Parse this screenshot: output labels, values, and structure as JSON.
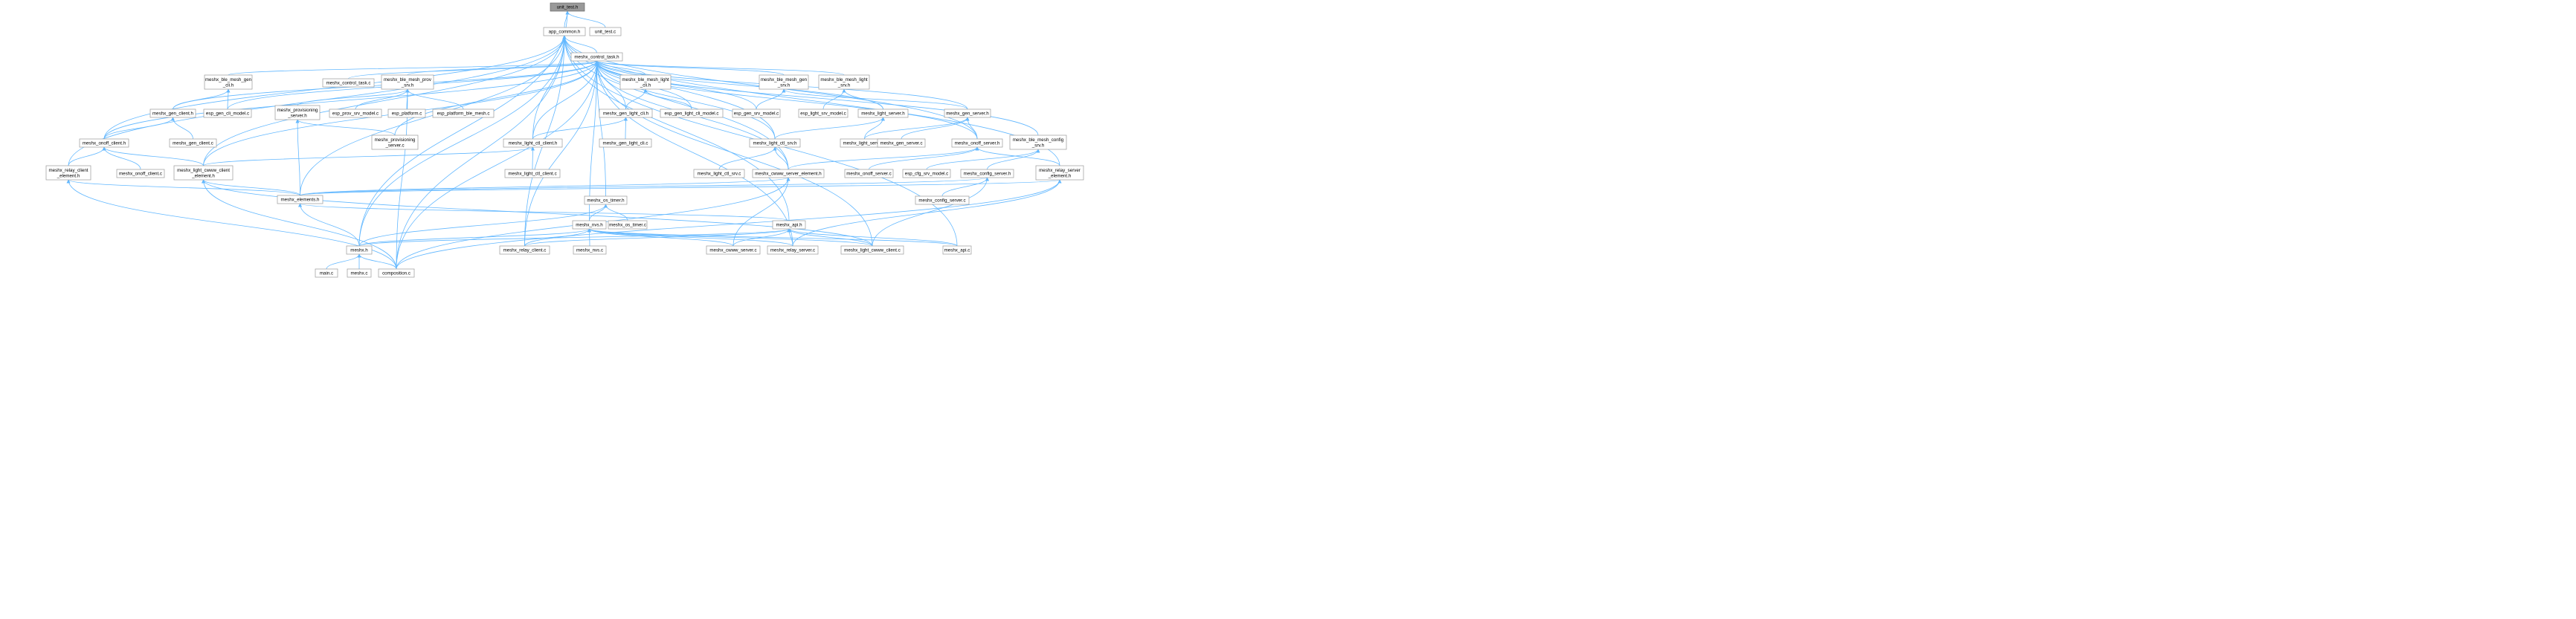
{
  "diagram": {
    "nodes": [
      {
        "id": "unit_test_h",
        "label": "unit_test.h",
        "root": true
      },
      {
        "id": "app_common_h",
        "label": "app_common.h"
      },
      {
        "id": "unit_test_c",
        "label": "unit_test.c"
      },
      {
        "id": "control_task_h",
        "label": "meshx_control_task.h"
      },
      {
        "id": "ble_mesh_gen_cli_h",
        "label": "meshx_ble_mesh_gen\n_cli.h"
      },
      {
        "id": "control_task_c",
        "label": "meshx_control_task.c"
      },
      {
        "id": "ble_mesh_prov_srv_h",
        "label": "meshx_ble_mesh_prov\n_srv.h"
      },
      {
        "id": "ble_mesh_light_cli_h",
        "label": "meshx_ble_mesh_light\n_cli.h"
      },
      {
        "id": "ble_mesh_gen_srv_h",
        "label": "meshx_ble_mesh_gen\n_srv.h"
      },
      {
        "id": "ble_mesh_light_srv_h",
        "label": "meshx_ble_mesh_light\n_srv.h"
      },
      {
        "id": "gen_client_h",
        "label": "meshx_gen_client.h"
      },
      {
        "id": "gen_cli_model_c",
        "label": "esp_gen_cli_model.c"
      },
      {
        "id": "prov_server_h",
        "label": "meshx_provisioning\n_server.h"
      },
      {
        "id": "prov_srv_model_c",
        "label": "esp_prov_srv_model.c"
      },
      {
        "id": "platform_c",
        "label": "esp_platform.c"
      },
      {
        "id": "platform_ble_mesh_c",
        "label": "esp_platform_ble_mesh.c"
      },
      {
        "id": "gen_light_cli_h",
        "label": "meshx_gen_light_cli.h"
      },
      {
        "id": "gen_light_cli_model_c",
        "label": "esp_gen_light_cli_model.c"
      },
      {
        "id": "gen_srv_model_c",
        "label": "esp_gen_srv_model.c"
      },
      {
        "id": "light_srv_model_c",
        "label": "esp_light_srv_model.c"
      },
      {
        "id": "light_server_h",
        "label": "meshx_light_server.h"
      },
      {
        "id": "gen_server_h",
        "label": "meshx_gen_server.h"
      },
      {
        "id": "gen_client_c",
        "label": "meshx_gen_client.c"
      },
      {
        "id": "gen_light_cli_c",
        "label": "meshx_gen_light_cli.c"
      },
      {
        "id": "light_server_c",
        "label": "meshx_light_server.c"
      },
      {
        "id": "gen_server_c",
        "label": "meshx_gen_server.c"
      },
      {
        "id": "onoff_client_h",
        "label": "meshx_onoff_client.h"
      },
      {
        "id": "prov_server_c",
        "label": "meshx_provisioning\n_server.c"
      },
      {
        "id": "light_ctl_client_h",
        "label": "meshx_light_ctl_client.h"
      },
      {
        "id": "light_ctl_srv_h",
        "label": "meshx_light_ctl_srv.h"
      },
      {
        "id": "onoff_server_h",
        "label": "meshx_onoff_server.h"
      },
      {
        "id": "ble_mesh_config_srv_h",
        "label": "meshx_ble_mesh_config\n_srv.h"
      },
      {
        "id": "relay_client_element_h",
        "label": "meshx_relay_client\n_element.h"
      },
      {
        "id": "onoff_client_c",
        "label": "meshx_onoff_client.c"
      },
      {
        "id": "light_cwww_client_element_h",
        "label": "meshx_light_cwww_client\n_element.h"
      },
      {
        "id": "light_ctl_client_c",
        "label": "meshx_light_ctl_client.c"
      },
      {
        "id": "light_ctl_srv_c",
        "label": "meshx_light_ctl_srv.c"
      },
      {
        "id": "cwww_server_element_h",
        "label": "meshx_cwww_server_element.h"
      },
      {
        "id": "onoff_server_c",
        "label": "meshx_onoff_server.c"
      },
      {
        "id": "cfg_srv_model_c",
        "label": "esp_cfg_srv_model.c"
      },
      {
        "id": "config_server_h",
        "label": "meshx_config_server.h"
      },
      {
        "id": "relay_server_element_h",
        "label": "meshx_relay_server\n_element.h"
      },
      {
        "id": "elements_h",
        "label": "meshx_elements.h"
      },
      {
        "id": "os_timer_h",
        "label": "meshx_os_timer.h"
      },
      {
        "id": "config_server_c",
        "label": "meshx_config_server.c"
      },
      {
        "id": "os_timer_c",
        "label": "meshx_os_timer.c"
      },
      {
        "id": "nvs_h",
        "label": "meshx_nvs.h"
      },
      {
        "id": "api_h",
        "label": "meshx_api.h"
      },
      {
        "id": "meshx_h",
        "label": "meshx.h"
      },
      {
        "id": "relay_client_c",
        "label": "meshx_relay_client.c"
      },
      {
        "id": "nvs_c",
        "label": "meshx_nvs.c"
      },
      {
        "id": "cwww_server_c",
        "label": "meshx_cwww_server.c"
      },
      {
        "id": "relay_server_c",
        "label": "meshx_relay_server.c"
      },
      {
        "id": "light_cwww_client_c",
        "label": "meshx_light_cwww_client.c"
      },
      {
        "id": "api_c",
        "label": "meshx_api.c"
      },
      {
        "id": "main_c",
        "label": "main.c"
      },
      {
        "id": "meshx_c",
        "label": "meshx.c"
      },
      {
        "id": "composition_c",
        "label": "composition.c"
      }
    ],
    "edges": [
      [
        "app_common_h",
        "unit_test_h"
      ],
      [
        "unit_test_c",
        "unit_test_h"
      ],
      [
        "meshx_h",
        "unit_test_h"
      ],
      [
        "control_task_h",
        "app_common_h"
      ],
      [
        "light_ctl_client_h",
        "app_common_h"
      ],
      [
        "onoff_client_h",
        "app_common_h"
      ],
      [
        "light_cwww_client_element_h",
        "app_common_h"
      ],
      [
        "relay_client_element_h",
        "app_common_h"
      ],
      [
        "elements_h",
        "app_common_h"
      ],
      [
        "meshx_h",
        "app_common_h"
      ],
      [
        "light_ctl_srv_h",
        "app_common_h"
      ],
      [
        "cwww_server_element_h",
        "app_common_h"
      ],
      [
        "onoff_server_h",
        "app_common_h"
      ],
      [
        "relay_server_element_h",
        "app_common_h"
      ],
      [
        "api_h",
        "app_common_h"
      ],
      [
        "api_c",
        "app_common_h"
      ],
      [
        "composition_c",
        "app_common_h"
      ],
      [
        "relay_client_c",
        "app_common_h"
      ],
      [
        "ble_mesh_gen_cli_h",
        "control_task_h"
      ],
      [
        "control_task_c",
        "control_task_h"
      ],
      [
        "ble_mesh_prov_srv_h",
        "control_task_h"
      ],
      [
        "ble_mesh_light_cli_h",
        "control_task_h"
      ],
      [
        "ble_mesh_gen_srv_h",
        "control_task_h"
      ],
      [
        "ble_mesh_light_srv_h",
        "control_task_h"
      ],
      [
        "gen_client_h",
        "control_task_h"
      ],
      [
        "gen_cli_model_c",
        "control_task_h"
      ],
      [
        "prov_server_c",
        "control_task_h"
      ],
      [
        "gen_light_cli_h",
        "control_task_h"
      ],
      [
        "gen_light_cli_model_c",
        "control_task_h"
      ],
      [
        "gen_srv_model_c",
        "control_task_h"
      ],
      [
        "light_server_h",
        "control_task_h"
      ],
      [
        "gen_server_h",
        "control_task_h"
      ],
      [
        "onoff_client_h",
        "control_task_h"
      ],
      [
        "light_ctl_client_h",
        "control_task_h"
      ],
      [
        "light_ctl_srv_h",
        "control_task_h"
      ],
      [
        "onoff_server_h",
        "control_task_h"
      ],
      [
        "ble_mesh_config_srv_h",
        "control_task_h"
      ],
      [
        "light_cwww_client_element_h",
        "control_task_h"
      ],
      [
        "os_timer_h",
        "control_task_h"
      ],
      [
        "nvs_h",
        "control_task_h"
      ],
      [
        "relay_client_c",
        "control_task_h"
      ],
      [
        "light_cwww_client_c",
        "control_task_h"
      ],
      [
        "relay_server_c",
        "control_task_h"
      ],
      [
        "composition_c",
        "control_task_h"
      ],
      [
        "cwww_server_element_h",
        "control_task_h"
      ],
      [
        "gen_client_h",
        "ble_mesh_gen_cli_h"
      ],
      [
        "gen_cli_model_c",
        "ble_mesh_gen_cli_h"
      ],
      [
        "prov_server_h",
        "ble_mesh_prov_srv_h"
      ],
      [
        "prov_srv_model_c",
        "ble_mesh_prov_srv_h"
      ],
      [
        "platform_c",
        "ble_mesh_prov_srv_h"
      ],
      [
        "platform_ble_mesh_c",
        "ble_mesh_prov_srv_h"
      ],
      [
        "composition_c",
        "ble_mesh_prov_srv_h"
      ],
      [
        "gen_light_cli_h",
        "ble_mesh_light_cli_h"
      ],
      [
        "gen_light_cli_model_c",
        "ble_mesh_light_cli_h"
      ],
      [
        "gen_server_h",
        "ble_mesh_gen_srv_h"
      ],
      [
        "gen_srv_model_c",
        "ble_mesh_gen_srv_h"
      ],
      [
        "light_server_h",
        "ble_mesh_light_srv_h"
      ],
      [
        "light_srv_model_c",
        "ble_mesh_light_srv_h"
      ],
      [
        "onoff_client_h",
        "gen_client_h"
      ],
      [
        "gen_client_c",
        "gen_client_h"
      ],
      [
        "prov_server_c",
        "prov_server_h"
      ],
      [
        "elements_h",
        "prov_server_h"
      ],
      [
        "light_ctl_client_h",
        "gen_light_cli_h"
      ],
      [
        "gen_light_cli_c",
        "gen_light_cli_h"
      ],
      [
        "light_server_c",
        "light_server_h"
      ],
      [
        "light_ctl_srv_h",
        "light_server_h"
      ],
      [
        "onoff_server_h",
        "gen_server_h"
      ],
      [
        "gen_server_c",
        "gen_server_h"
      ],
      [
        "light_server_c",
        "gen_server_h"
      ],
      [
        "relay_client_element_h",
        "onoff_client_h"
      ],
      [
        "onoff_client_c",
        "onoff_client_h"
      ],
      [
        "light_cwww_client_element_h",
        "onoff_client_h"
      ],
      [
        "light_cwww_client_element_h",
        "light_ctl_client_h"
      ],
      [
        "light_ctl_client_c",
        "light_ctl_client_h"
      ],
      [
        "light_ctl_srv_c",
        "light_ctl_srv_h"
      ],
      [
        "cwww_server_element_h",
        "light_ctl_srv_h"
      ],
      [
        "onoff_server_c",
        "onoff_server_h"
      ],
      [
        "cwww_server_element_h",
        "onoff_server_h"
      ],
      [
        "relay_server_element_h",
        "onoff_server_h"
      ],
      [
        "cfg_srv_model_c",
        "ble_mesh_config_srv_h"
      ],
      [
        "config_server_h",
        "ble_mesh_config_srv_h"
      ],
      [
        "elements_h",
        "relay_client_element_h"
      ],
      [
        "composition_c",
        "relay_client_element_h"
      ],
      [
        "elements_h",
        "light_cwww_client_element_h"
      ],
      [
        "composition_c",
        "light_cwww_client_element_h"
      ],
      [
        "light_cwww_client_c",
        "light_cwww_client_element_h"
      ],
      [
        "elements_h",
        "cwww_server_element_h"
      ],
      [
        "cwww_server_c",
        "cwww_server_element_h"
      ],
      [
        "composition_c",
        "cwww_server_element_h"
      ],
      [
        "config_server_c",
        "config_server_h"
      ],
      [
        "elements_h",
        "config_server_h"
      ],
      [
        "light_cwww_client_c",
        "config_server_h"
      ],
      [
        "elements_h",
        "relay_server_element_h"
      ],
      [
        "relay_server_c",
        "relay_server_element_h"
      ],
      [
        "composition_c",
        "relay_server_element_h"
      ],
      [
        "meshx_h",
        "elements_h"
      ],
      [
        "api_h",
        "elements_h"
      ],
      [
        "nvs_h",
        "os_timer_h"
      ],
      [
        "os_timer_c",
        "os_timer_h"
      ],
      [
        "meshx_h",
        "os_timer_h"
      ],
      [
        "meshx_h",
        "nvs_h"
      ],
      [
        "relay_client_c",
        "nvs_h"
      ],
      [
        "nvs_c",
        "nvs_h"
      ],
      [
        "cwww_server_c",
        "nvs_h"
      ],
      [
        "relay_server_c",
        "nvs_h"
      ],
      [
        "light_cwww_client_c",
        "nvs_h"
      ],
      [
        "api_c",
        "nvs_h"
      ],
      [
        "meshx_h",
        "api_h"
      ],
      [
        "relay_client_c",
        "api_h"
      ],
      [
        "cwww_server_c",
        "api_h"
      ],
      [
        "relay_server_c",
        "api_h"
      ],
      [
        "light_cwww_client_c",
        "api_h"
      ],
      [
        "api_c",
        "api_h"
      ],
      [
        "main_c",
        "meshx_h"
      ],
      [
        "meshx_c",
        "meshx_h"
      ],
      [
        "composition_c",
        "meshx_h"
      ]
    ]
  }
}
